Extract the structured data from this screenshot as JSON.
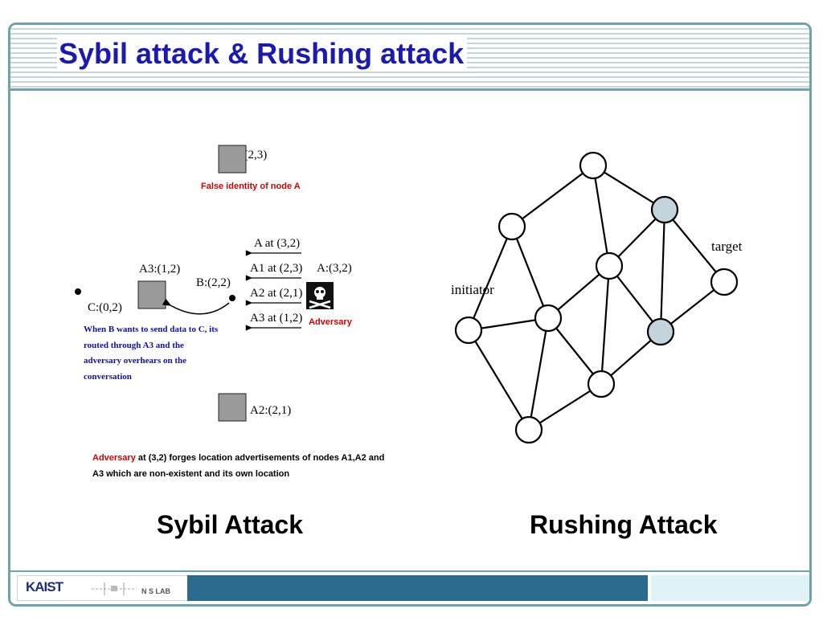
{
  "slide": {
    "title": "Sybil attack & Rushing attack",
    "captions": {
      "left": "Sybil Attack",
      "right": "Rushing Attack"
    }
  },
  "sybil": {
    "nodes": {
      "a1": "A1:(2,3)",
      "a3": "A3:(1,2)",
      "a2": "A2:(2,1)",
      "b": "B:(2,2)",
      "c": "C:(0,2)",
      "a": "A:(3,2)"
    },
    "false_identity": "False identity of node A",
    "adversary_label": "Adversary",
    "advertisements": [
      "A at (3,2)",
      "A1 at (2,3)",
      "A2 at (2,1)",
      "A3 at (1,2)"
    ],
    "note_lines": [
      "When B wants to send data to C, its",
      "routed through A3 and the",
      "adversary overhears on the",
      "conversation"
    ],
    "bottom_note": {
      "highlight": "Adversary",
      "line1_rest": " at (3,2) forges location advertisements of nodes A1,A2 and",
      "line2": "A3 which are non-existent and its own location"
    },
    "colors": {
      "red": "#d40000",
      "blue": "#1010a8",
      "node_fill": "#9a9a9a"
    }
  },
  "rushing": {
    "labels": {
      "initiator": "initiator",
      "target": "target"
    },
    "colors": {
      "node_fill": "#ffffff",
      "attacker_fill": "#c4d4dc"
    }
  },
  "footer": {
    "logo_left": "KAIST",
    "logo_right": "N S LAB"
  }
}
